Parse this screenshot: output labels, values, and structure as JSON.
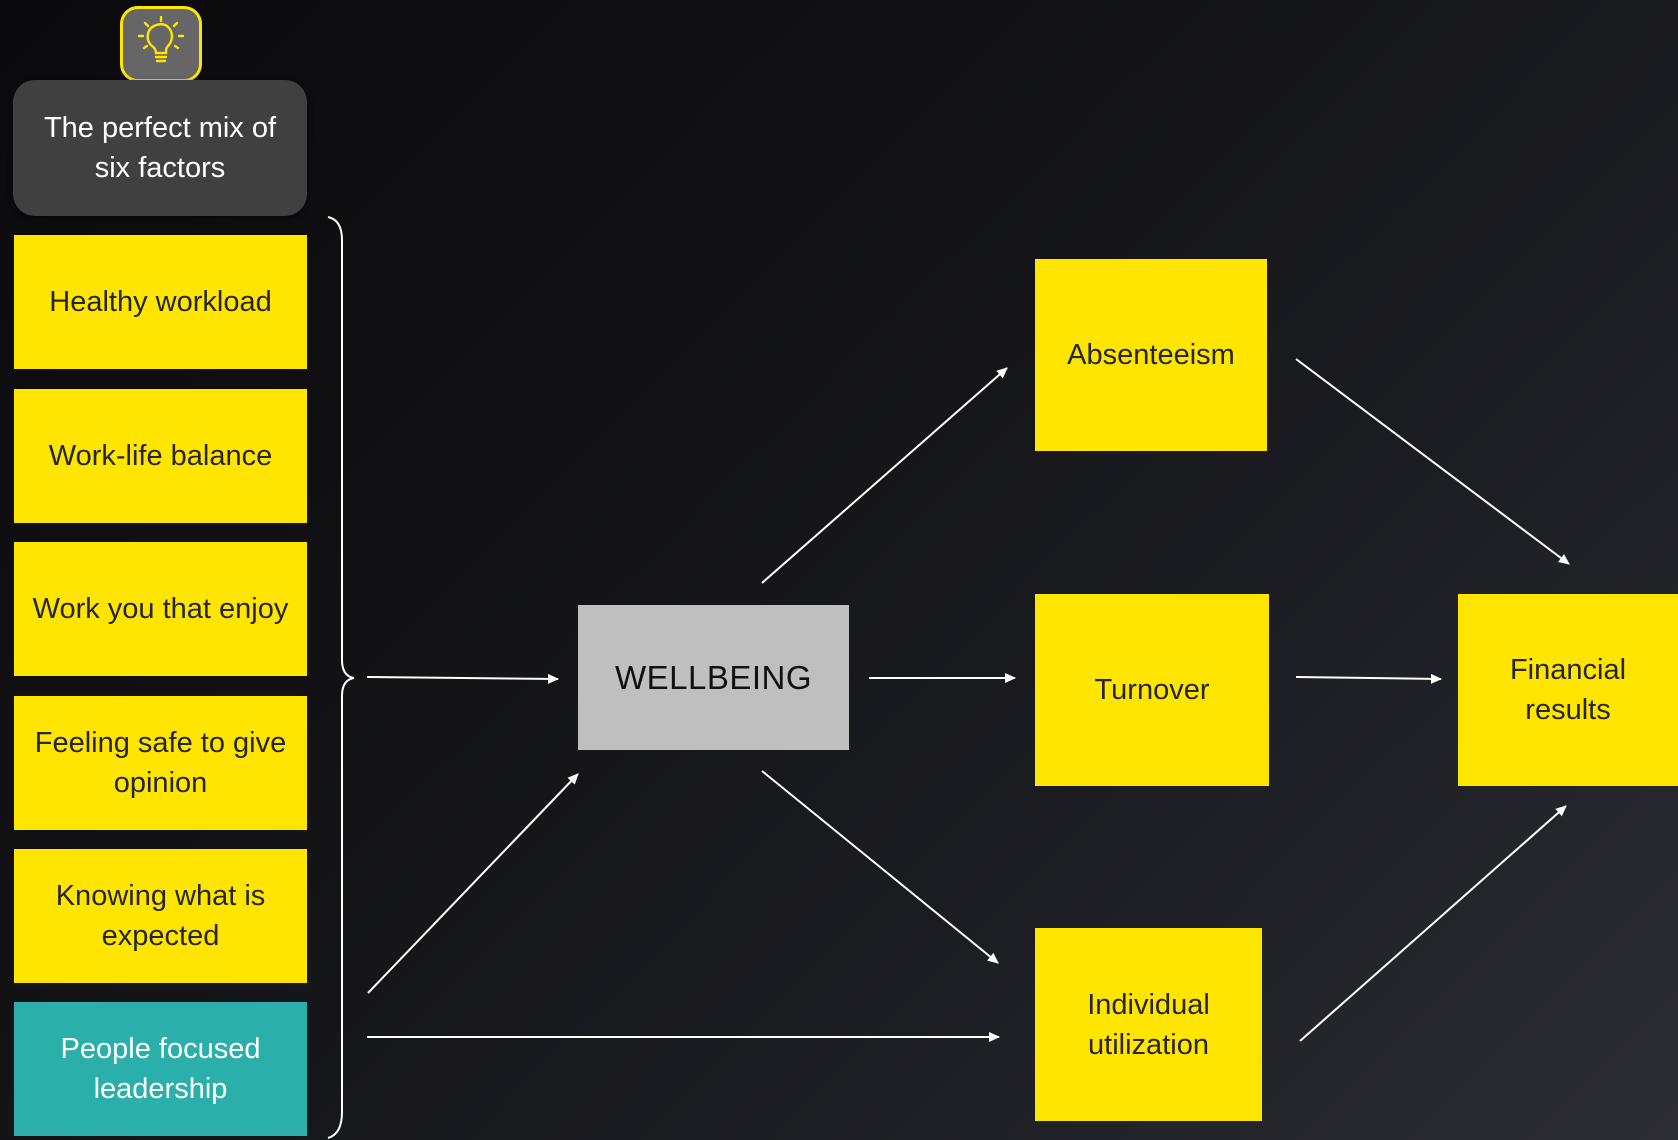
{
  "header": {
    "title": "The perfect mix of six factors",
    "icon": "lightbulb-icon"
  },
  "factors": [
    {
      "label": "Healthy workload"
    },
    {
      "label": "Work-life balance"
    },
    {
      "label": "Work you that enjoy"
    },
    {
      "label": "Feeling safe to give opinion"
    },
    {
      "label": "Knowing what is expected"
    },
    {
      "label": "People focused leadership"
    }
  ],
  "center": {
    "label": "WELLBEING"
  },
  "outcomes": {
    "absenteeism": "Absenteeism",
    "turnover": "Turnover",
    "utilization": "Individual utilization",
    "financial": "Financial results"
  },
  "colors": {
    "factor_fill": "#ffe500",
    "leadership_fill": "#2aafaa",
    "wellbeing_fill": "#bfbfbf",
    "heading_fill": "#404040",
    "arrow": "#ffffff"
  }
}
